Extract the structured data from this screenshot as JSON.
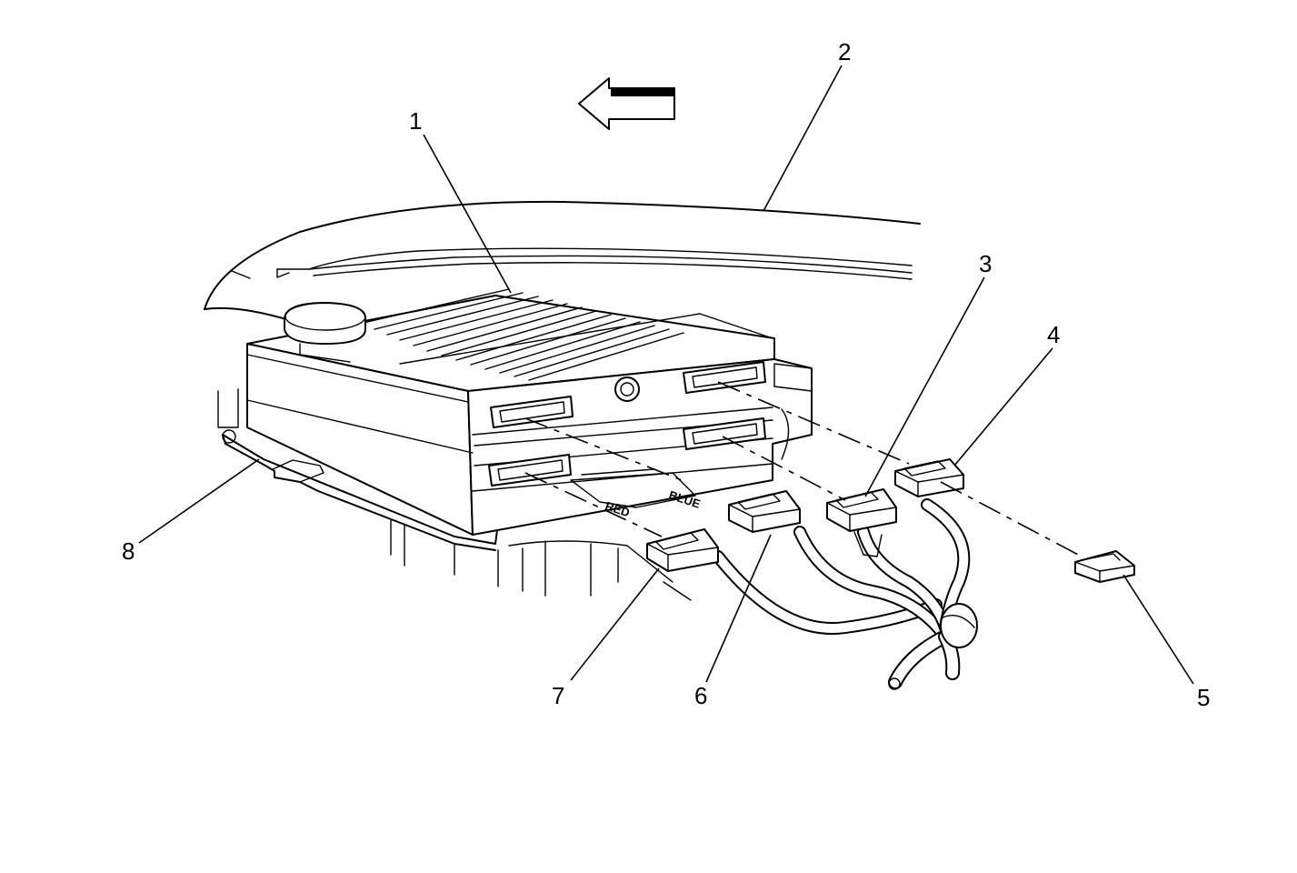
{
  "labels": {
    "l1": "1",
    "l2": "2",
    "l3": "3",
    "l4": "4",
    "l5": "5",
    "l6": "6",
    "l7": "7",
    "l8": "8"
  },
  "stamps": {
    "blue": "BLUE",
    "red": "RED"
  }
}
